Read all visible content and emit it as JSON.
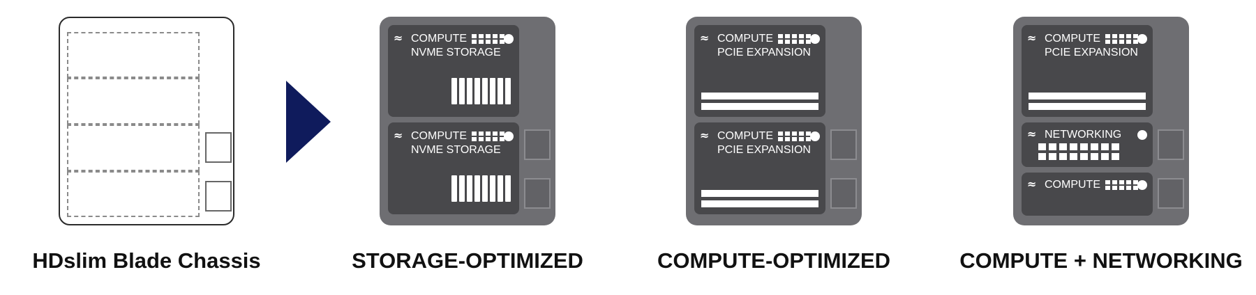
{
  "captions": {
    "empty": "HDslim Blade Chassis",
    "storage": "STORAGE-OPTIMIZED",
    "compute": "COMPUTE-OPTIMIZED",
    "networking": "COMPUTE + NETWORKING"
  },
  "blades": {
    "compute": "COMPUTE",
    "nvme": "NVME STORAGE",
    "pcie": "PCIE EXPANSION",
    "networking": "NETWORKING"
  },
  "colors": {
    "chassis": "#6e6e72",
    "blade": "#48484b",
    "arrow": "#0f1b5c",
    "outline": "#2a2a2a"
  },
  "icons": [
    "logo-icon",
    "led-array-icon",
    "status-led-icon",
    "drive-slot-icon",
    "pcie-card-icon",
    "network-port-icon",
    "arrow-right-icon"
  ]
}
